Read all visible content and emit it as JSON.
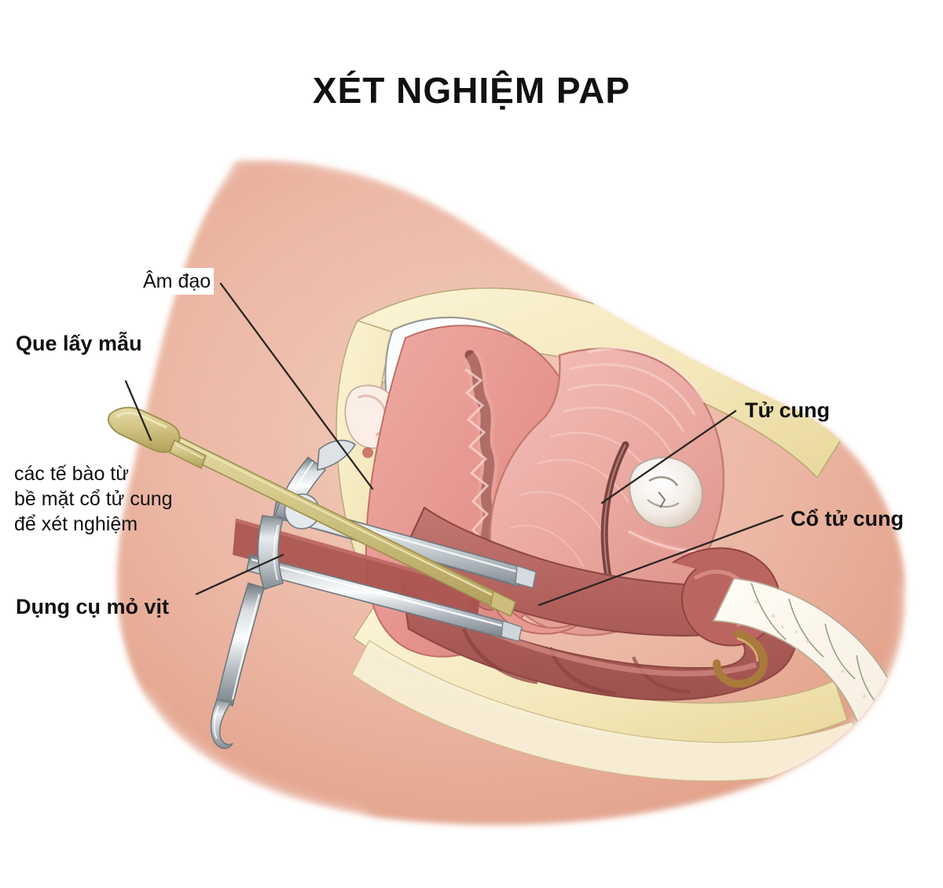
{
  "page": {
    "title": "XÉT NGHIỆM PAP",
    "background_color": "#ffffff",
    "text_color": "#111111"
  },
  "labels": {
    "vagina": "Âm đạo",
    "swab": "Que lấy mẫu",
    "description_line1": "các tế bào từ",
    "description_line2": "bề mặt cổ tử cung",
    "description_line3": "để xét nghiệm",
    "speculum": "Dụng cụ mỏ vịt",
    "uterus": "Tử cung",
    "cervix": "Cổ tử cung"
  },
  "illustration": {
    "alt": "Sagittal cross-section of female pelvis during a Pap smear, showing a speculum holding the vaginal canal open and a sampling spatula reaching the cervix",
    "colors": {
      "skin": "#f0b8a4",
      "skin_deep": "#e5a187",
      "fat": "#f5e9c0",
      "fat_deep": "#ece0a8",
      "muscle_pink": "#e8928a",
      "muscle_light": "#f0b1ab",
      "mucosa_dark": "#c2615c",
      "rectum": "#b05a55",
      "bone": "#fbf7ec",
      "bladder": "#fbfdff",
      "metal_light": "#eef1f3",
      "metal_mid": "#b9c0c5",
      "metal_dark": "#7d868d",
      "swab_gold": "#d4c788",
      "swab_gold_dark": "#b5a75f",
      "outline": "#6b6259",
      "leader_line": "#2a2622"
    }
  }
}
